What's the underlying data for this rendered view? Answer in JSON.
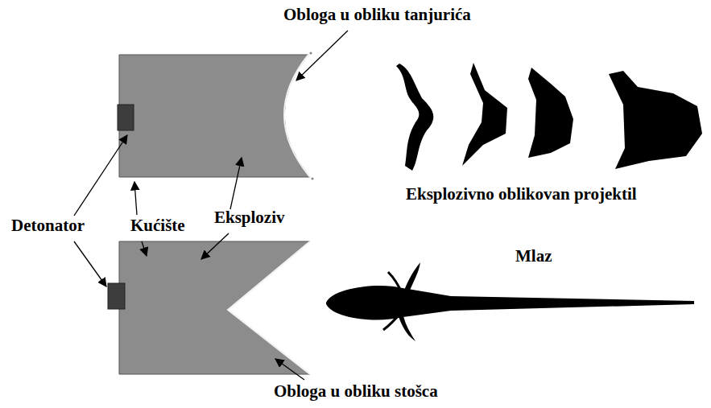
{
  "diagram": {
    "labels": [
      "Obloga u obliku tanjurića",
      "Eksplozivno oblikovan projektil",
      "Detonator",
      "Kućište",
      "Eksploziv",
      "Mlaz",
      "Obloga u obliku stošca"
    ]
  }
}
